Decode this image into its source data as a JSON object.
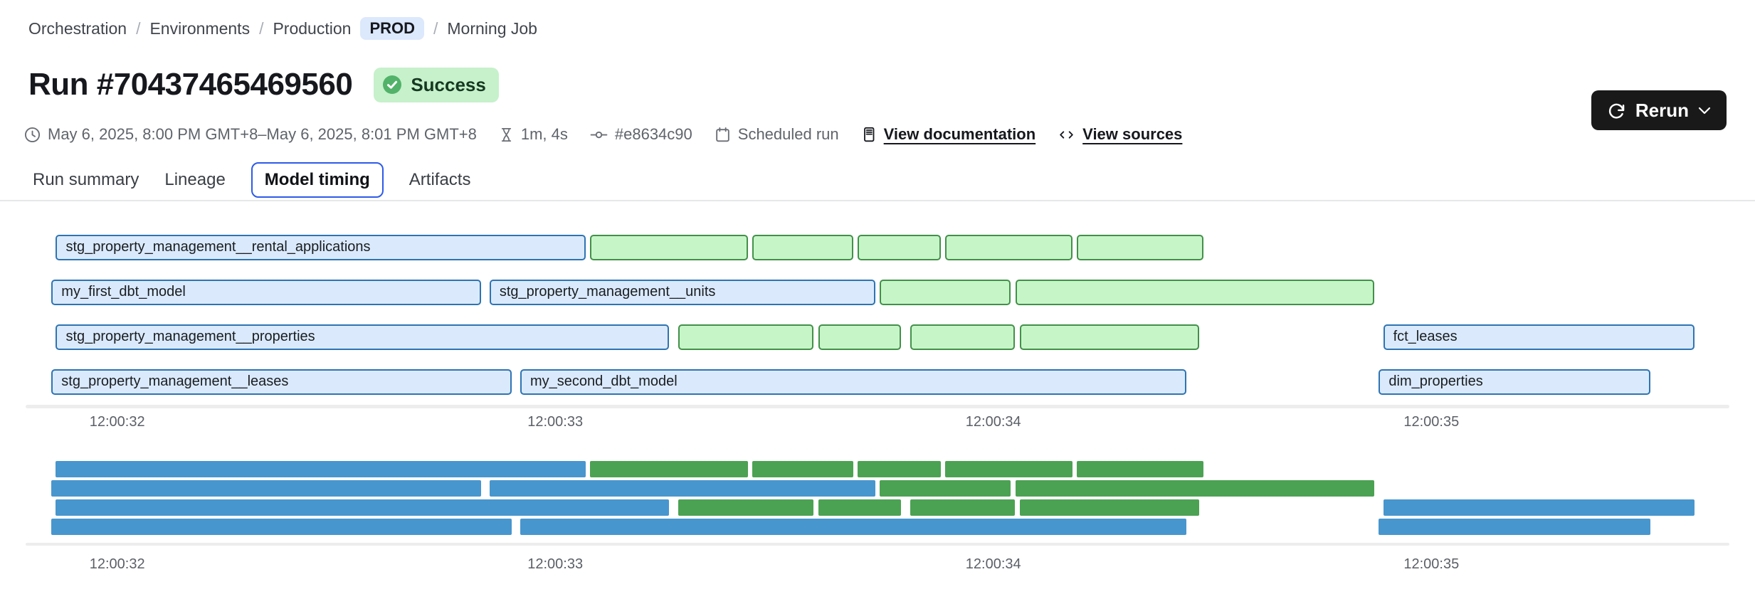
{
  "colors": {
    "accent_blue": "#2e5be8",
    "bar_blue_fill": "#daeafc",
    "bar_blue_border": "#2e74b2",
    "bar_green_fill": "#c6f6c8",
    "bar_green_border": "#43904a",
    "mini_blue": "#4896ce",
    "mini_green": "#4ca253",
    "success_badge_bg": "#c6f1cb",
    "success_icon": "#52b269",
    "prod_badge_bg": "#dce8fc",
    "rerun_button_bg": "#191919"
  },
  "breadcrumb": {
    "separator": "/",
    "items": [
      "Orchestration",
      "Environments",
      "Production"
    ],
    "env_badge": "PROD",
    "current": "Morning Job"
  },
  "header": {
    "title": "Run #70437465469560",
    "status_label": "Success"
  },
  "toolbar": {
    "rerun_label": "Rerun"
  },
  "meta": {
    "date_range": "May 6, 2025, 8:00 PM GMT+8–May 6, 2025, 8:01 PM GMT+8",
    "duration": "1m, 4s",
    "commit": "#e8634c90",
    "trigger": "Scheduled run",
    "doc_link": "View documentation",
    "sources_link": "View sources"
  },
  "tabs": [
    {
      "label": "Run summary",
      "active": false
    },
    {
      "label": "Lineage",
      "active": false
    },
    {
      "label": "Model timing",
      "active": true
    },
    {
      "label": "Artifacts",
      "active": false
    }
  ],
  "chart_data": {
    "type": "gantt",
    "title": "Model timing",
    "panels": [
      "main",
      "minimap"
    ],
    "x_domain_seconds": [
      31.83,
      35.69
    ],
    "x_ticks": [
      {
        "value": 32,
        "label": "12:00:32"
      },
      {
        "value": 33,
        "label": "12:00:33"
      },
      {
        "value": 34,
        "label": "12:00:34"
      },
      {
        "value": 35,
        "label": "12:00:35"
      }
    ],
    "rows": 4,
    "bars": [
      {
        "row": 0,
        "start": 31.86,
        "end": 33.07,
        "kind": "model",
        "label": "stg_property_management__rental_applications"
      },
      {
        "row": 0,
        "start": 33.08,
        "end": 33.44,
        "kind": "pass",
        "label": ""
      },
      {
        "row": 0,
        "start": 33.45,
        "end": 33.68,
        "kind": "pass",
        "label": ""
      },
      {
        "row": 0,
        "start": 33.69,
        "end": 33.88,
        "kind": "pass",
        "label": ""
      },
      {
        "row": 0,
        "start": 33.89,
        "end": 34.18,
        "kind": "pass",
        "label": ""
      },
      {
        "row": 0,
        "start": 34.19,
        "end": 34.48,
        "kind": "pass",
        "label": ""
      },
      {
        "row": 1,
        "start": 31.85,
        "end": 32.83,
        "kind": "model",
        "label": "my_first_dbt_model"
      },
      {
        "row": 1,
        "start": 32.85,
        "end": 33.73,
        "kind": "model",
        "label": "stg_property_management__units"
      },
      {
        "row": 1,
        "start": 33.74,
        "end": 34.04,
        "kind": "pass",
        "label": ""
      },
      {
        "row": 1,
        "start": 34.05,
        "end": 34.87,
        "kind": "pass",
        "label": ""
      },
      {
        "row": 2,
        "start": 31.86,
        "end": 33.26,
        "kind": "model",
        "label": "stg_property_management__properties"
      },
      {
        "row": 2,
        "start": 33.28,
        "end": 33.59,
        "kind": "pass",
        "label": ""
      },
      {
        "row": 2,
        "start": 33.6,
        "end": 33.79,
        "kind": "pass",
        "label": ""
      },
      {
        "row": 2,
        "start": 33.81,
        "end": 34.05,
        "kind": "pass",
        "label": ""
      },
      {
        "row": 2,
        "start": 34.06,
        "end": 34.47,
        "kind": "pass",
        "label": ""
      },
      {
        "row": 2,
        "start": 34.89,
        "end": 35.6,
        "kind": "model",
        "label": "fct_leases"
      },
      {
        "row": 3,
        "start": 31.85,
        "end": 32.9,
        "kind": "model",
        "label": "stg_property_management__leases"
      },
      {
        "row": 3,
        "start": 32.92,
        "end": 34.44,
        "kind": "model",
        "label": "my_second_dbt_model"
      },
      {
        "row": 3,
        "start": 34.88,
        "end": 35.5,
        "kind": "model",
        "label": "dim_properties"
      }
    ]
  }
}
